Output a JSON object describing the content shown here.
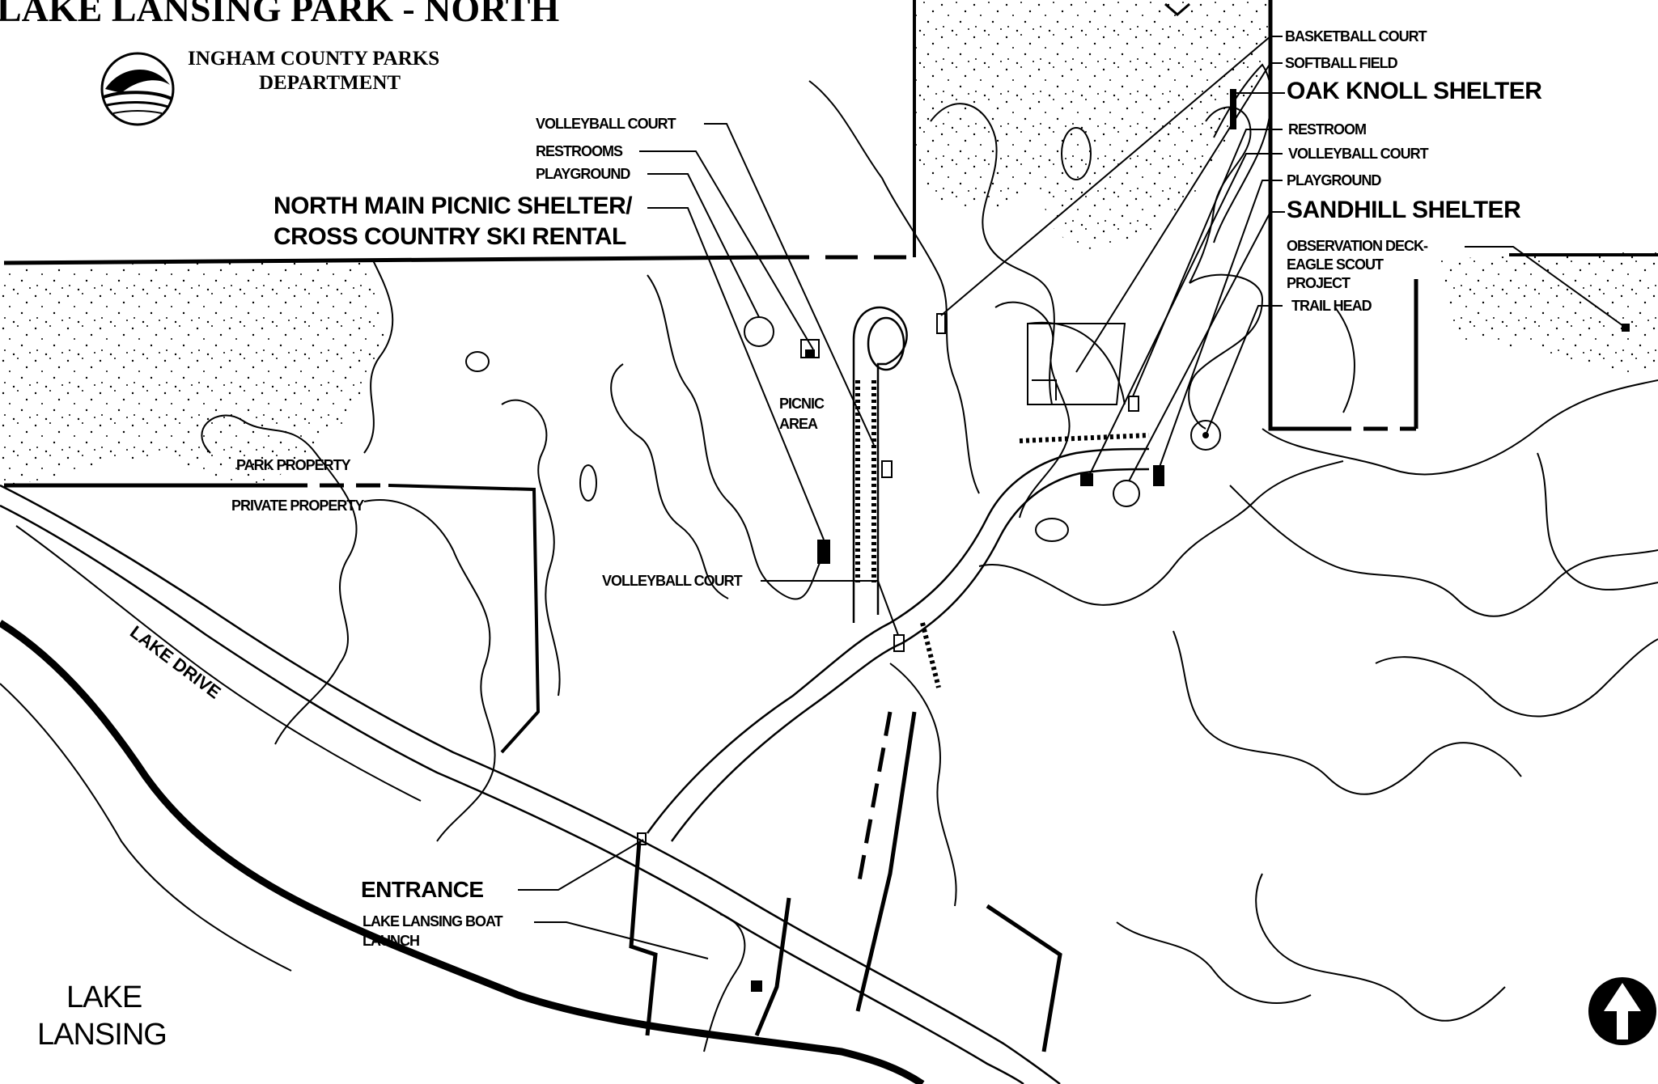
{
  "title": "LAKE LANSING PARK - NORTH",
  "department": {
    "line1": "INGHAM COUNTY PARKS",
    "line2": "DEPARTMENT"
  },
  "labels": {
    "volleyball_court_top": "VOLLEYBALL COURT",
    "restrooms": "RESTROOMS",
    "playground_left": "PLAYGROUND",
    "north_main_1": "NORTH MAIN PICNIC SHELTER/",
    "north_main_2": "CROSS COUNTRY SKI RENTAL",
    "picnic_area_1": "PICNIC",
    "picnic_area_2": "AREA",
    "park_property": "PARK PROPERTY",
    "private_property": "PRIVATE PROPERTY",
    "lake_drive": "LAKE DRIVE",
    "volleyball_court_mid": "VOLLEYBALL COURT",
    "entrance": "ENTRANCE",
    "boat_launch_1": "LAKE LANSING BOAT",
    "boat_launch_2": "LAUNCH",
    "lake_1": "LAKE",
    "lake_2": "LANSING",
    "basketball_court": "BASKETBALL COURT",
    "softball_field": "SOFTBALL FIELD",
    "oak_knoll_shelter": "OAK KNOLL SHELTER",
    "restroom_right": "RESTROOM",
    "volleyball_court_right": "VOLLEYBALL COURT",
    "playground_right": "PLAYGROUND",
    "sandhill_shelter": "SANDHILL SHELTER",
    "observation_1": "OBSERVATION DECK-",
    "observation_2": "EAGLE SCOUT",
    "observation_3": "PROJECT",
    "trail_head": "TRAIL HEAD"
  },
  "icons": {
    "logo": "ingham-county-parks-seal-icon",
    "north_arrow": "north-arrow-icon"
  },
  "colors": {
    "ink": "#000000",
    "paper": "#ffffff"
  }
}
